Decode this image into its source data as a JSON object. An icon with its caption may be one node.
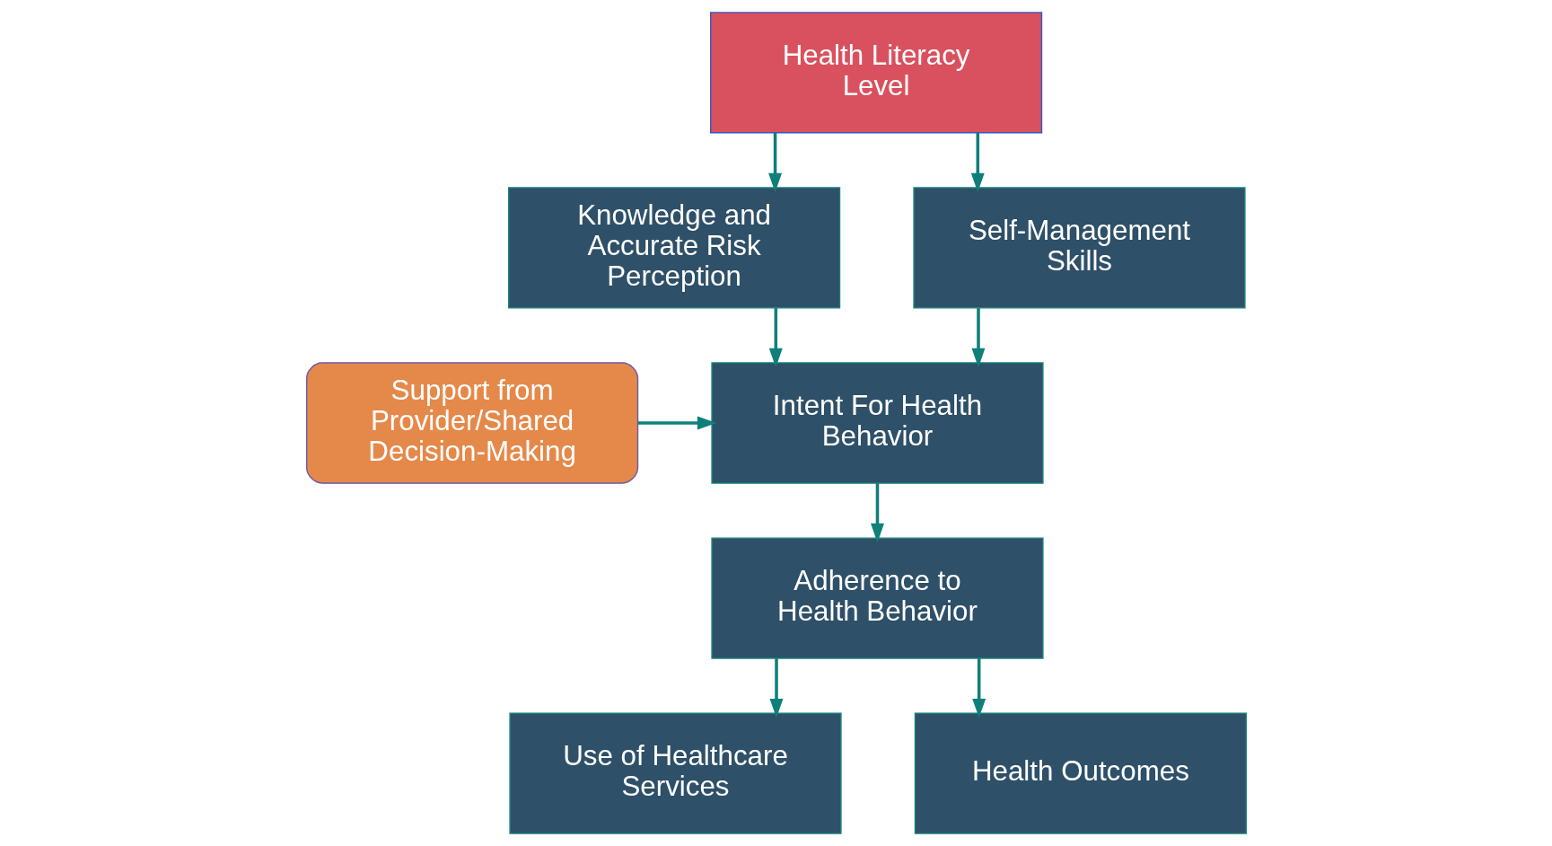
{
  "diagram": {
    "nodes": [
      {
        "text": [
          "Health Literacy Level"
        ]
      },
      {
        "text": [
          "Knowledge and Accurate Risk Perception"
        ]
      },
      {
        "text": [
          "Self-Management Skills"
        ]
      },
      {
        "text": [
          "Intent For Health Behavior"
        ]
      },
      {
        "text": [
          "Support from Provider/Shared Decision-Making"
        ]
      },
      {
        "text": [
          "Adherence to Health Behavior"
        ]
      },
      {
        "text": [
          "Use of Healthcare Services"
        ]
      },
      {
        "text": [
          "Health Outcomes"
        ]
      }
    ],
    "edges": [
      {
        "from": 0,
        "to": 1,
        "arrow": "to"
      },
      {
        "from": 0,
        "to": 2,
        "arrow": "to"
      },
      {
        "from": 1,
        "to": 3,
        "arrow": "to"
      },
      {
        "from": 2,
        "to": 3,
        "arrow": "to"
      },
      {
        "from": 4,
        "to": 3,
        "arrow": "to"
      },
      {
        "from": 3,
        "to": 5,
        "arrow": "to"
      },
      {
        "from": 5,
        "to": 6,
        "arrow": "to"
      },
      {
        "from": 5,
        "to": 7,
        "arrow": "to"
      }
    ]
  }
}
